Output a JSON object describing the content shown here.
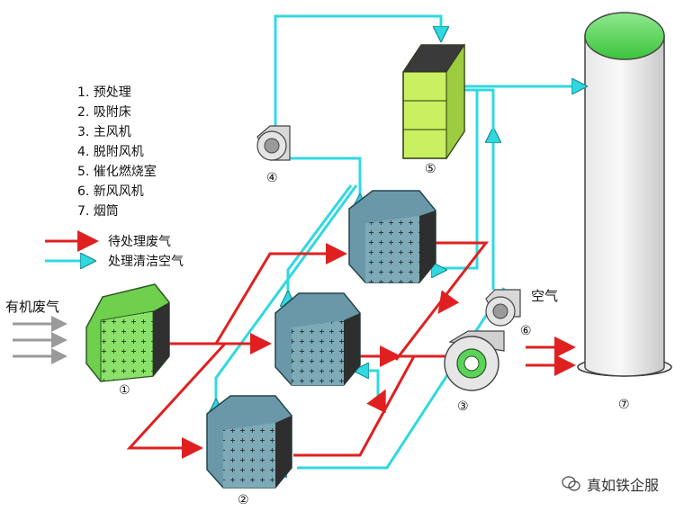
{
  "legend": {
    "items": [
      "1. 预处理",
      "2. 吸附床",
      "3. 主风机",
      "4. 脱附风机",
      "5. 催化燃烧室",
      "6. 新风风机",
      "7. 烟筒"
    ],
    "red_arrow_label": "待处理废气",
    "cyan_arrow_label": "处理清洁空气"
  },
  "labels": {
    "input": "有机废气",
    "air": "空气"
  },
  "numbers": [
    "①",
    "②",
    "③",
    "④",
    "⑤",
    "⑥",
    "⑦"
  ],
  "watermark": "真如铁企服",
  "colors": {
    "waste_gas": "#e02020",
    "clean_air": "#30d8e0",
    "adsorber": "#6a98a8",
    "pretreat": "#7ed65a",
    "catalytic": "#c8f060",
    "chimney_green": "#5ad35a"
  }
}
